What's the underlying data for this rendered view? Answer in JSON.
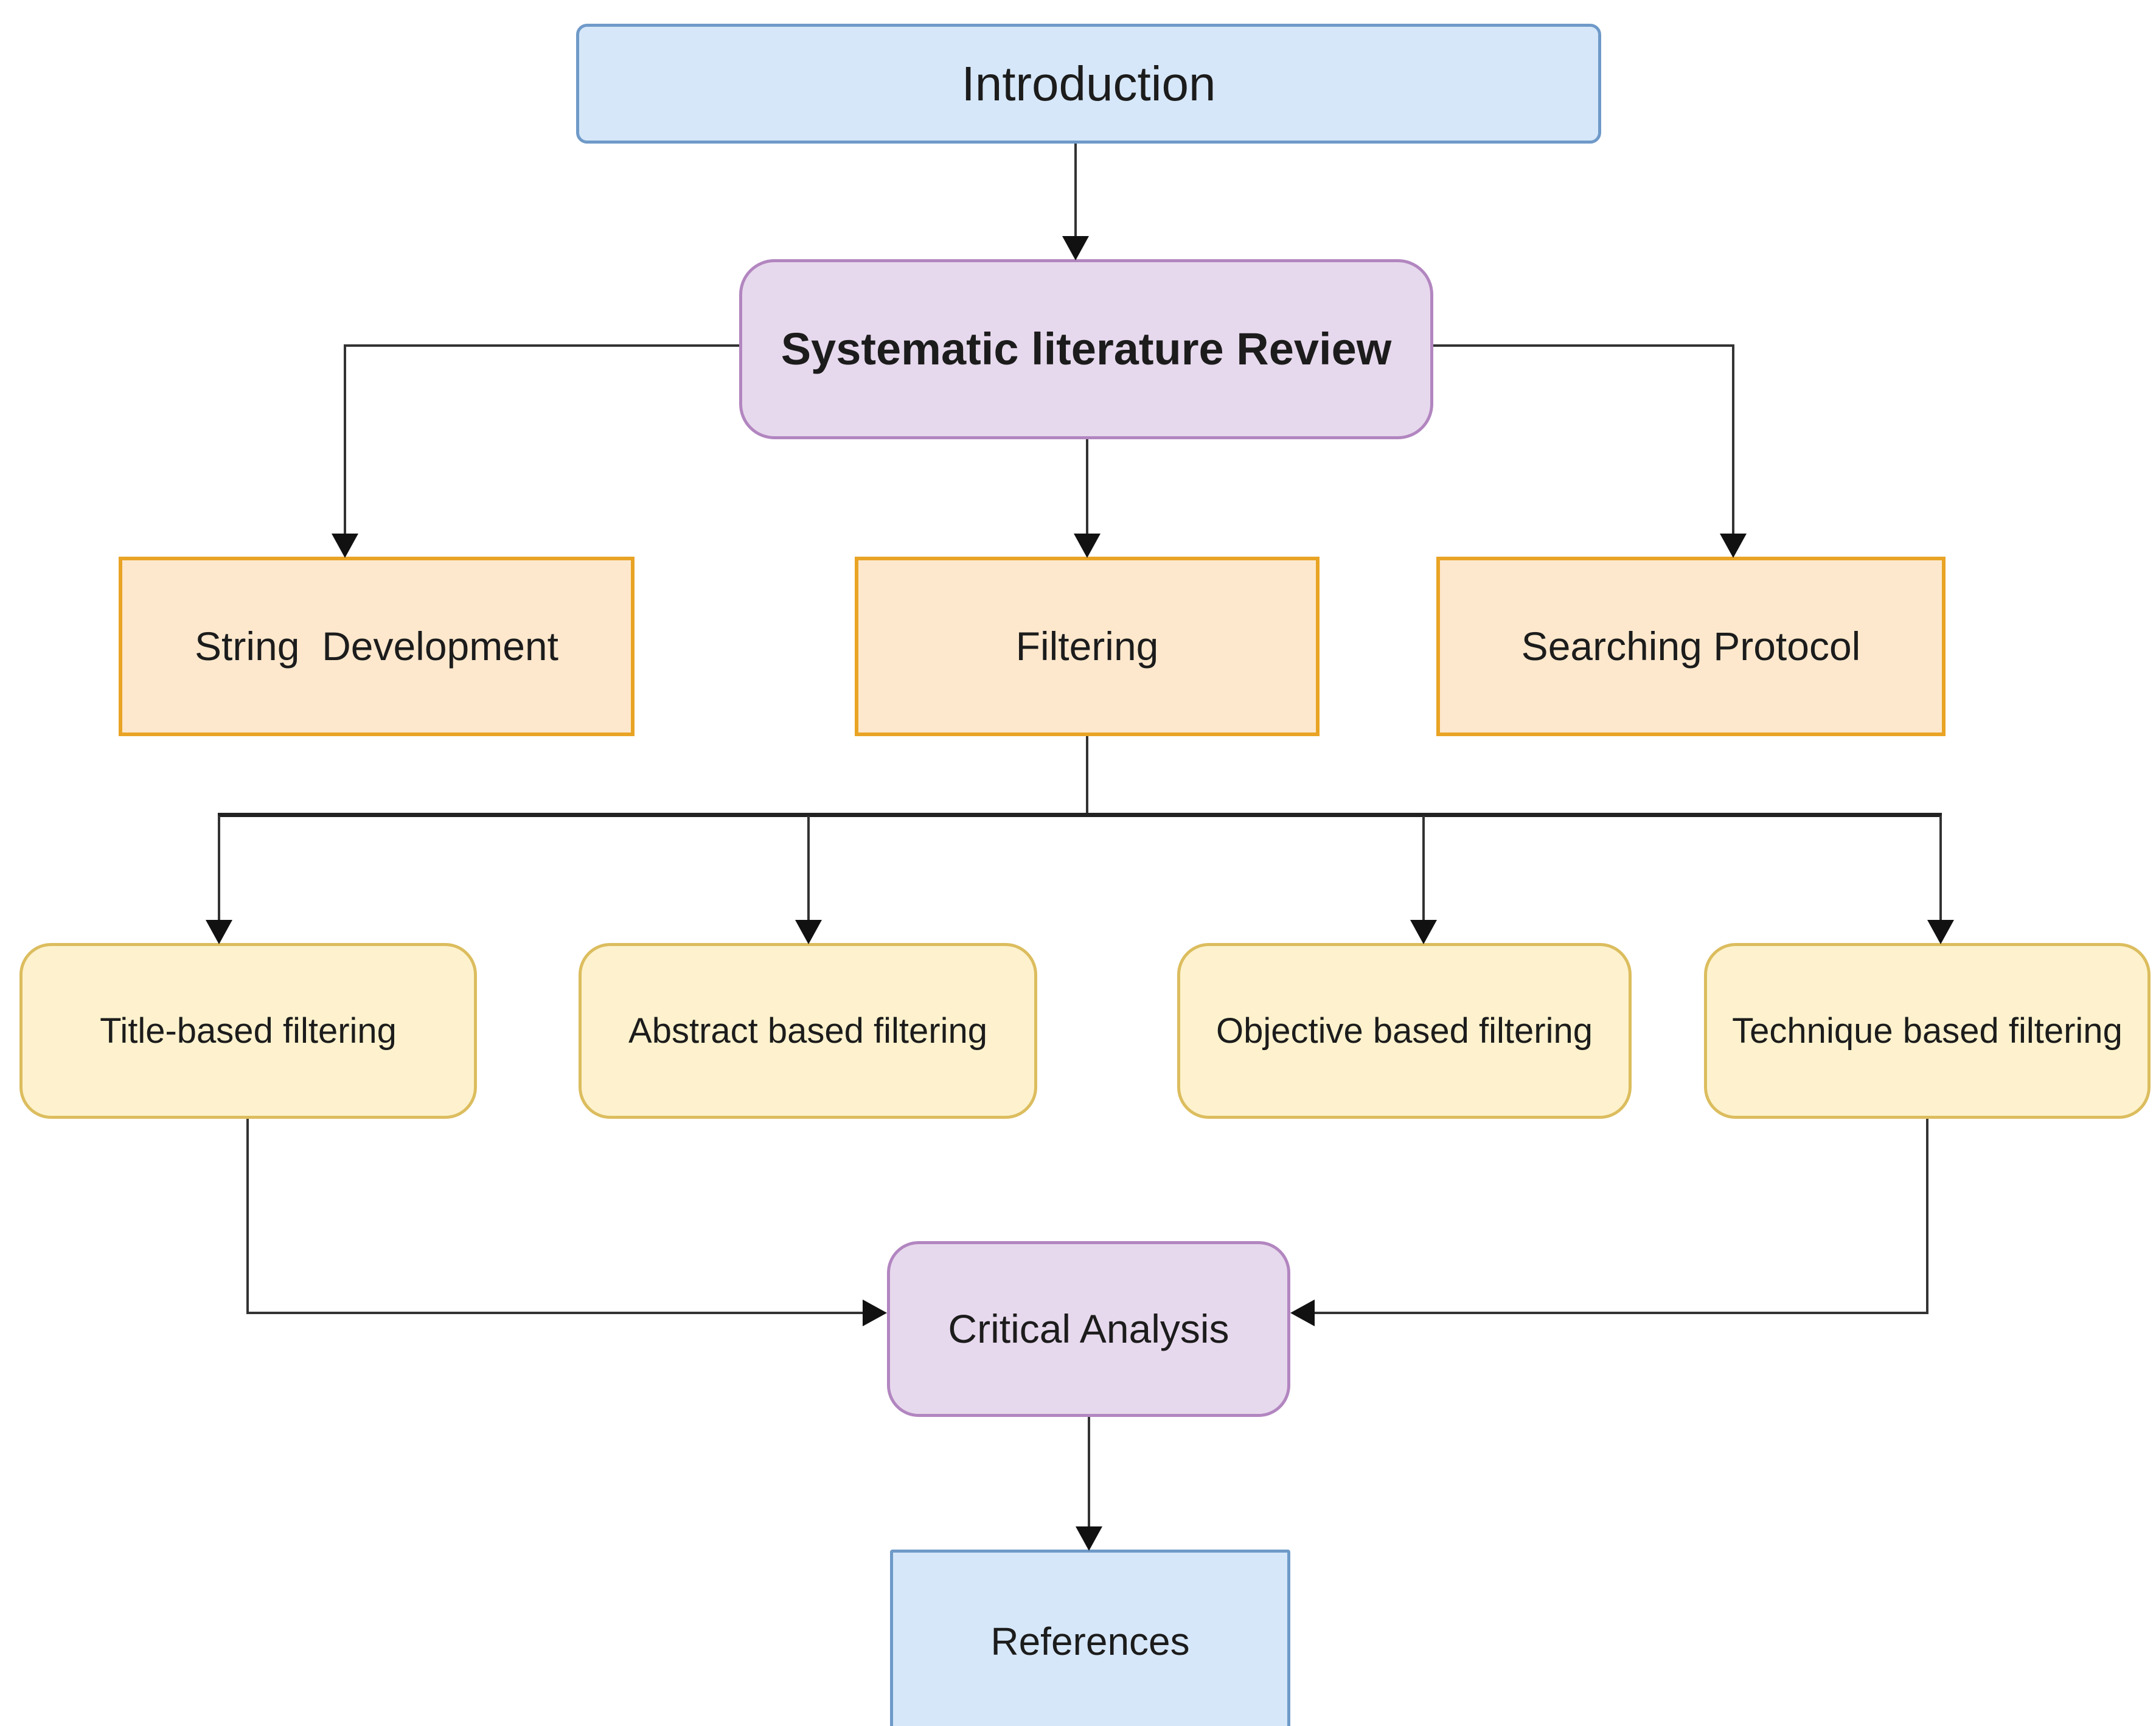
{
  "diagram": {
    "description": "Flowchart of a systematic literature review methodology",
    "nodes": {
      "introduction": {
        "label": "Introduction",
        "type": "blue"
      },
      "slr": {
        "label": "Systematic literature Review",
        "type": "purple"
      },
      "string_development": {
        "label": "String  Development",
        "type": "orange"
      },
      "filtering": {
        "label": "Filtering",
        "type": "orange"
      },
      "searching_protocol": {
        "label": "Searching Protocol",
        "type": "orange"
      },
      "title_filtering": {
        "label": "Title-based filtering",
        "type": "yellow"
      },
      "abstract_filtering": {
        "label": "Abstract based filtering",
        "type": "yellow"
      },
      "objective_filtering": {
        "label": "Objective based filtering",
        "type": "yellow"
      },
      "technique_filtering": {
        "label": "Technique based filtering",
        "type": "yellow"
      },
      "critical_analysis": {
        "label": "Critical Analysis",
        "type": "purple"
      },
      "references": {
        "label": "References",
        "type": "blue"
      }
    },
    "edges": [
      {
        "from": "introduction",
        "to": "slr"
      },
      {
        "from": "slr",
        "to": "string_development"
      },
      {
        "from": "slr",
        "to": "filtering"
      },
      {
        "from": "slr",
        "to": "searching_protocol"
      },
      {
        "from": "filtering",
        "to": "title_filtering"
      },
      {
        "from": "filtering",
        "to": "abstract_filtering"
      },
      {
        "from": "filtering",
        "to": "objective_filtering"
      },
      {
        "from": "filtering",
        "to": "technique_filtering"
      },
      {
        "from": "title_filtering",
        "to": "critical_analysis"
      },
      {
        "from": "technique_filtering",
        "to": "critical_analysis"
      },
      {
        "from": "critical_analysis",
        "to": "references"
      }
    ],
    "palette": {
      "blue_fill": "#d6e7f9",
      "blue_border": "#6f9ac9",
      "purple_fill": "#e7d9ed",
      "purple_border": "#b286c0",
      "orange_fill": "#fde8cd",
      "orange_border": "#e9a425",
      "yellow_fill": "#fdf2cd",
      "yellow_border": "#dcbd5e",
      "connector": "#333333",
      "bus": "#222222",
      "arrowhead": "#111111",
      "text": "#1c1c1c"
    }
  }
}
